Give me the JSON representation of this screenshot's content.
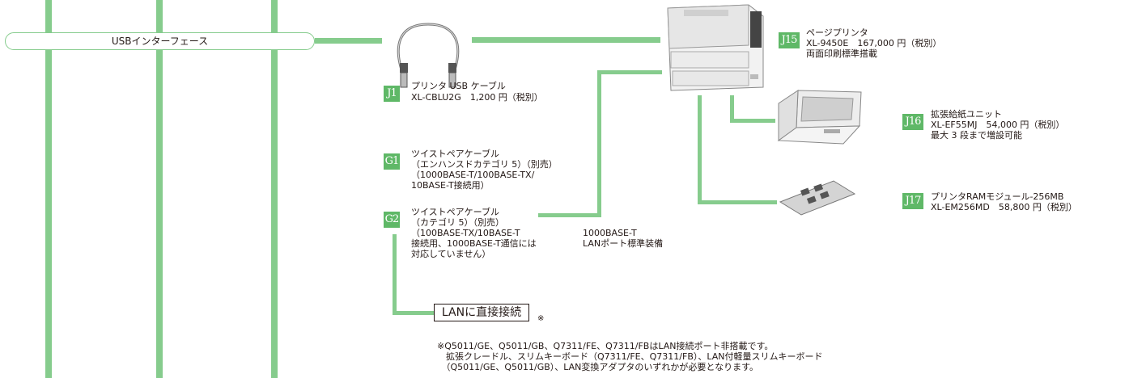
{
  "usb_interface": {
    "label": "USBインターフェース"
  },
  "items": {
    "j1": {
      "code": "J1",
      "name": "プリンタ USB ケーブル",
      "model": "XL-CBLU2G　1,200 円（税別）"
    },
    "j15": {
      "code": "J15",
      "name": "ページプリンタ",
      "model": "XL-9450E　167,000 円（税別）",
      "note": "両面印刷標準搭載"
    },
    "j16": {
      "code": "J16",
      "name": "拡張給紙ユニット",
      "model": "XL-EF55MJ　54,000 円（税別）",
      "note": "最大 3 段まで増設可能"
    },
    "j17": {
      "code": "J17",
      "name": "プリンタRAMモジュール-256MB",
      "model": "XL-EM256MD　58,800 円（税別）"
    },
    "g1": {
      "code": "G1",
      "lines": [
        "ツイストペアケーブル",
        "（エンハンスドカテゴリ 5）（別売）",
        "（1000BASE-T/100BASE-TX/",
        "10BASE-T接続用）"
      ]
    },
    "g2": {
      "code": "G2",
      "lines": [
        "ツイストペアケーブル",
        "（カテゴリ 5）（別売）",
        "（100BASE-TX/10BASE-T",
        "接続用、1000BASE-T通信には",
        "対応していません）"
      ]
    }
  },
  "lan_port": {
    "lines": [
      "1000BASE-T",
      "LANポート標準装備"
    ]
  },
  "lan_direct": {
    "label": "LANに直接接続",
    "mark": "※"
  },
  "footnote": {
    "lines": [
      "※Q5011/GE、Q5011/GB、Q7311/FE、Q7311/FBはLAN接続ポート非搭載です。",
      "　拡張クレードル、スリムキーボード（Q7311/FE、Q7311/FB）、LAN付軽量スリムキーボード",
      "　（Q5011/GE、Q5011/GB）、LAN変換アダプタのいずれかが必要となります。"
    ]
  },
  "colors": {
    "line": "#86cc8d",
    "badge": "#5fb867",
    "text": "#231815"
  }
}
